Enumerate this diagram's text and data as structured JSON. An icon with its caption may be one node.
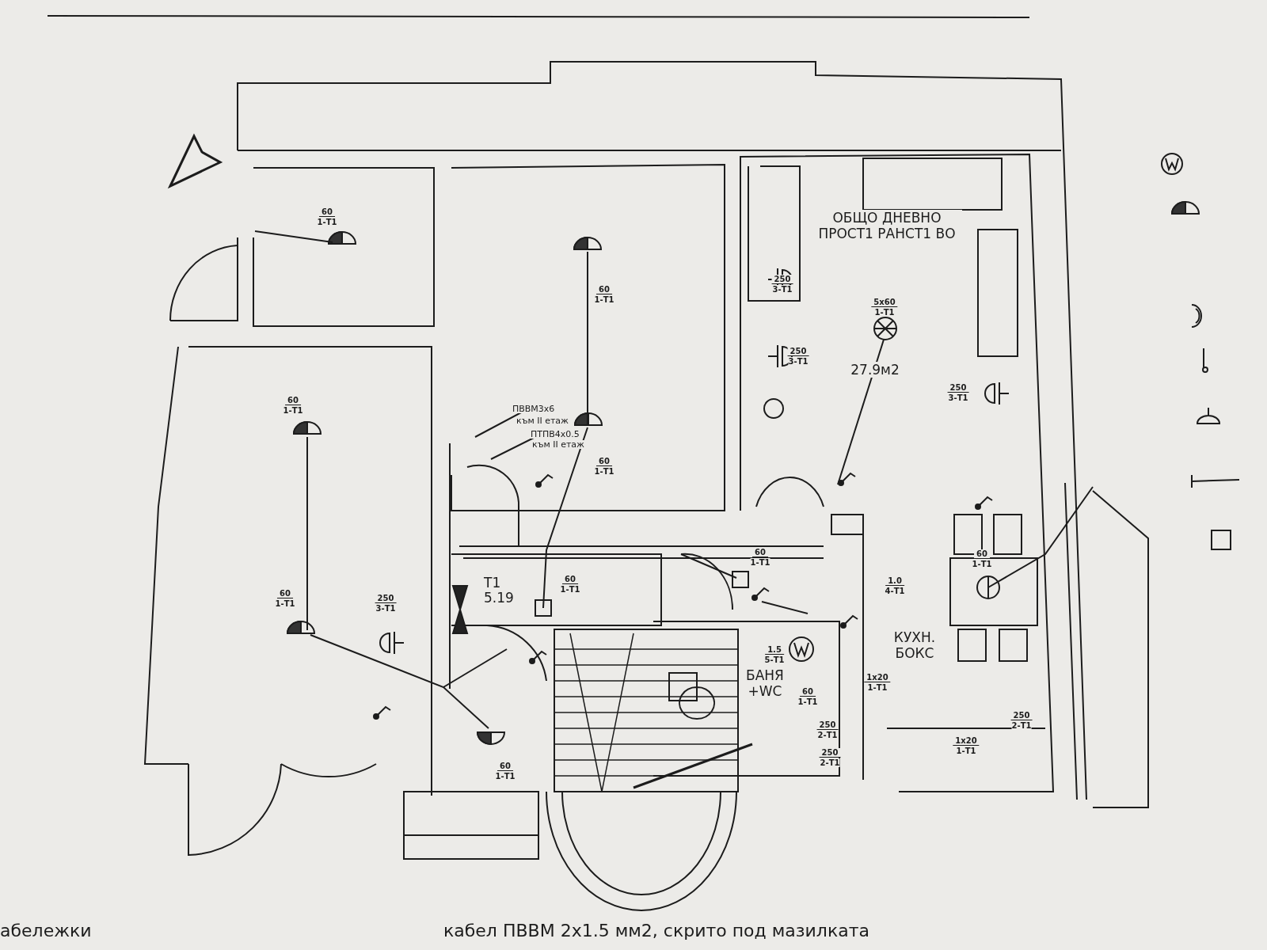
{
  "diagram": {
    "nodes": [
      {
        "text": [
          "ОБЩО ДНЕВНО ПРОСТ1 РАНСТ1 ВО",
          "27.9м2"
        ]
      },
      {
        "text": [
          "КУХН. БОКС"
        ]
      },
      {
        "text": [
          "БАНЯ +WC"
        ]
      }
    ],
    "labels": [
      "60",
      "1-Т1",
      "60",
      "1-Т1",
      "250",
      "3-Т1",
      "5х60",
      "1-Т1",
      "250",
      "3-Т1",
      "250",
      "3-Т1",
      "60",
      "1-Т1",
      "ПВВМ3х6",
      "към II етаж",
      "ПТПВ4х0.5",
      "към II етаж",
      "60",
      "1-Т1",
      "60",
      "1-Т1",
      "60",
      "1-Т1",
      "Т1",
      "5.19",
      "60",
      "1-Т1",
      "1.0",
      "4-Т1",
      "60",
      "1-Т1",
      "250",
      "3-Т1",
      "1.5",
      "5-Т1",
      "60",
      "1-Т1",
      "1х20",
      "1-Т1",
      "250",
      "2-Т1",
      "250",
      "2-Т1",
      "1х20",
      "1-Т1",
      "250",
      "2-Т1",
      "60",
      "1-Т1",
      "абележки",
      "кабел ПВВМ 2х1.5 мм2, скрито под мазилката"
    ]
  }
}
